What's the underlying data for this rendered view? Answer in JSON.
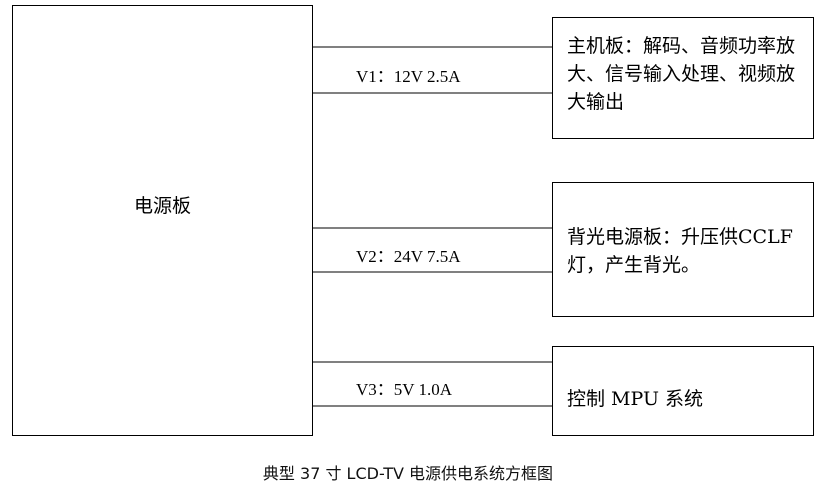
{
  "power_board": {
    "label": "电源板"
  },
  "rails": [
    {
      "label": "V1：12V 2.5A"
    },
    {
      "label": "V2：24V 7.5A"
    },
    {
      "label": "V3：5V 1.0A"
    }
  ],
  "targets": [
    {
      "label": "主机板：解码、音频功率放大、信号输入处理、视频放大输出"
    },
    {
      "label": "背光电源板：升压供CCLF 灯，产生背光。"
    },
    {
      "label": "控制 MPU 系统"
    }
  ],
  "caption": "典型 37 寸 LCD-TV 电源供电系统方框图"
}
